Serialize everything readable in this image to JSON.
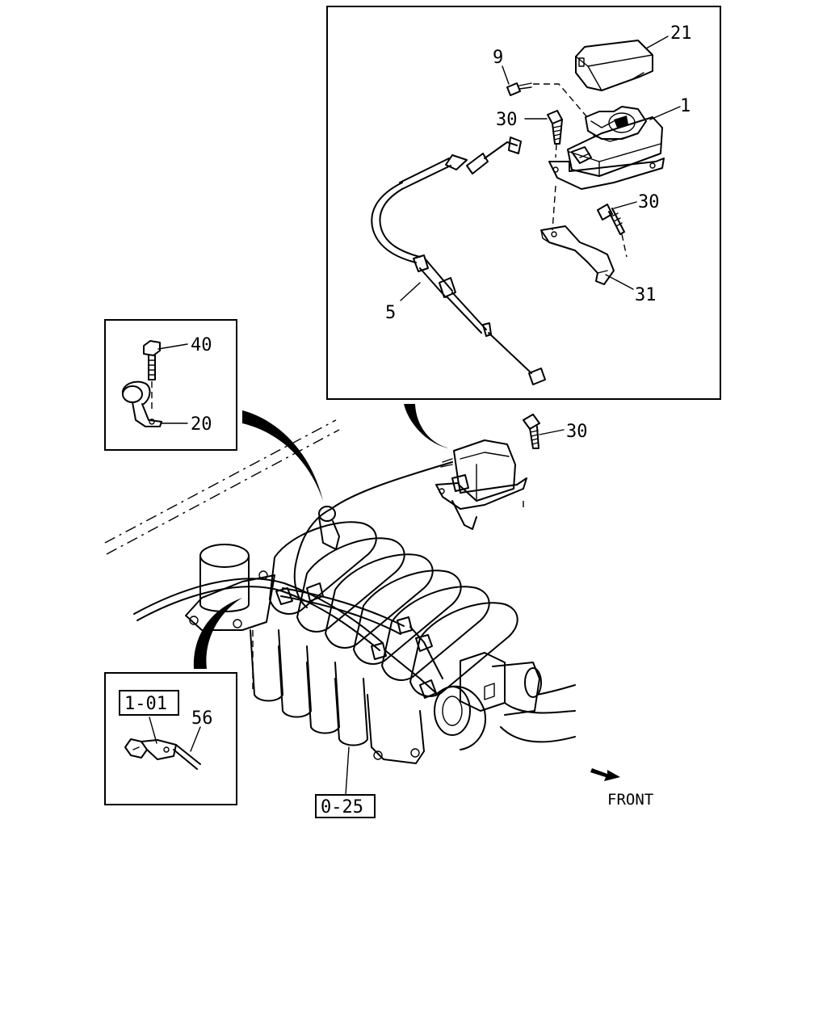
{
  "labels": {
    "part_21": "21",
    "part_9": "9",
    "part_1": "1",
    "part_30_a": "30",
    "part_30_b": "30",
    "part_30_c": "30",
    "part_31": "31",
    "part_5": "5",
    "part_40": "40",
    "part_20": "20",
    "part_56": "56",
    "ref_1_01": "1-01",
    "ref_0_25": "0-25",
    "front": "FRONT"
  }
}
